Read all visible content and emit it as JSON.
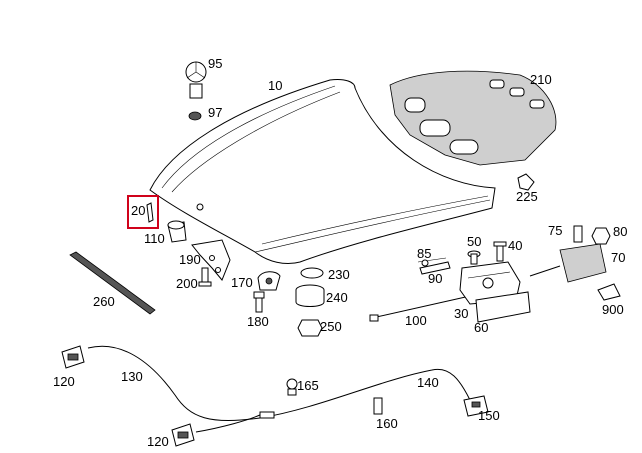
{
  "labels": {
    "p10": "10",
    "p20": "20",
    "p30": "30",
    "p40": "40",
    "p50": "50",
    "p60": "60",
    "p70": "70",
    "p75": "75",
    "p80": "80",
    "p85": "85",
    "p90": "90",
    "p95": "95",
    "p97": "97",
    "p100": "100",
    "p110": "110",
    "p120a": "120",
    "p120b": "120",
    "p130": "130",
    "p140": "140",
    "p150": "150",
    "p160": "160",
    "p165": "165",
    "p170": "170",
    "p180": "180",
    "p190": "190",
    "p200": "200",
    "p210": "210",
    "p225": "225",
    "p230": "230",
    "p240": "240",
    "p250": "250",
    "p260": "260",
    "p900": "900"
  },
  "highlight": {
    "color": "#d0021b"
  }
}
